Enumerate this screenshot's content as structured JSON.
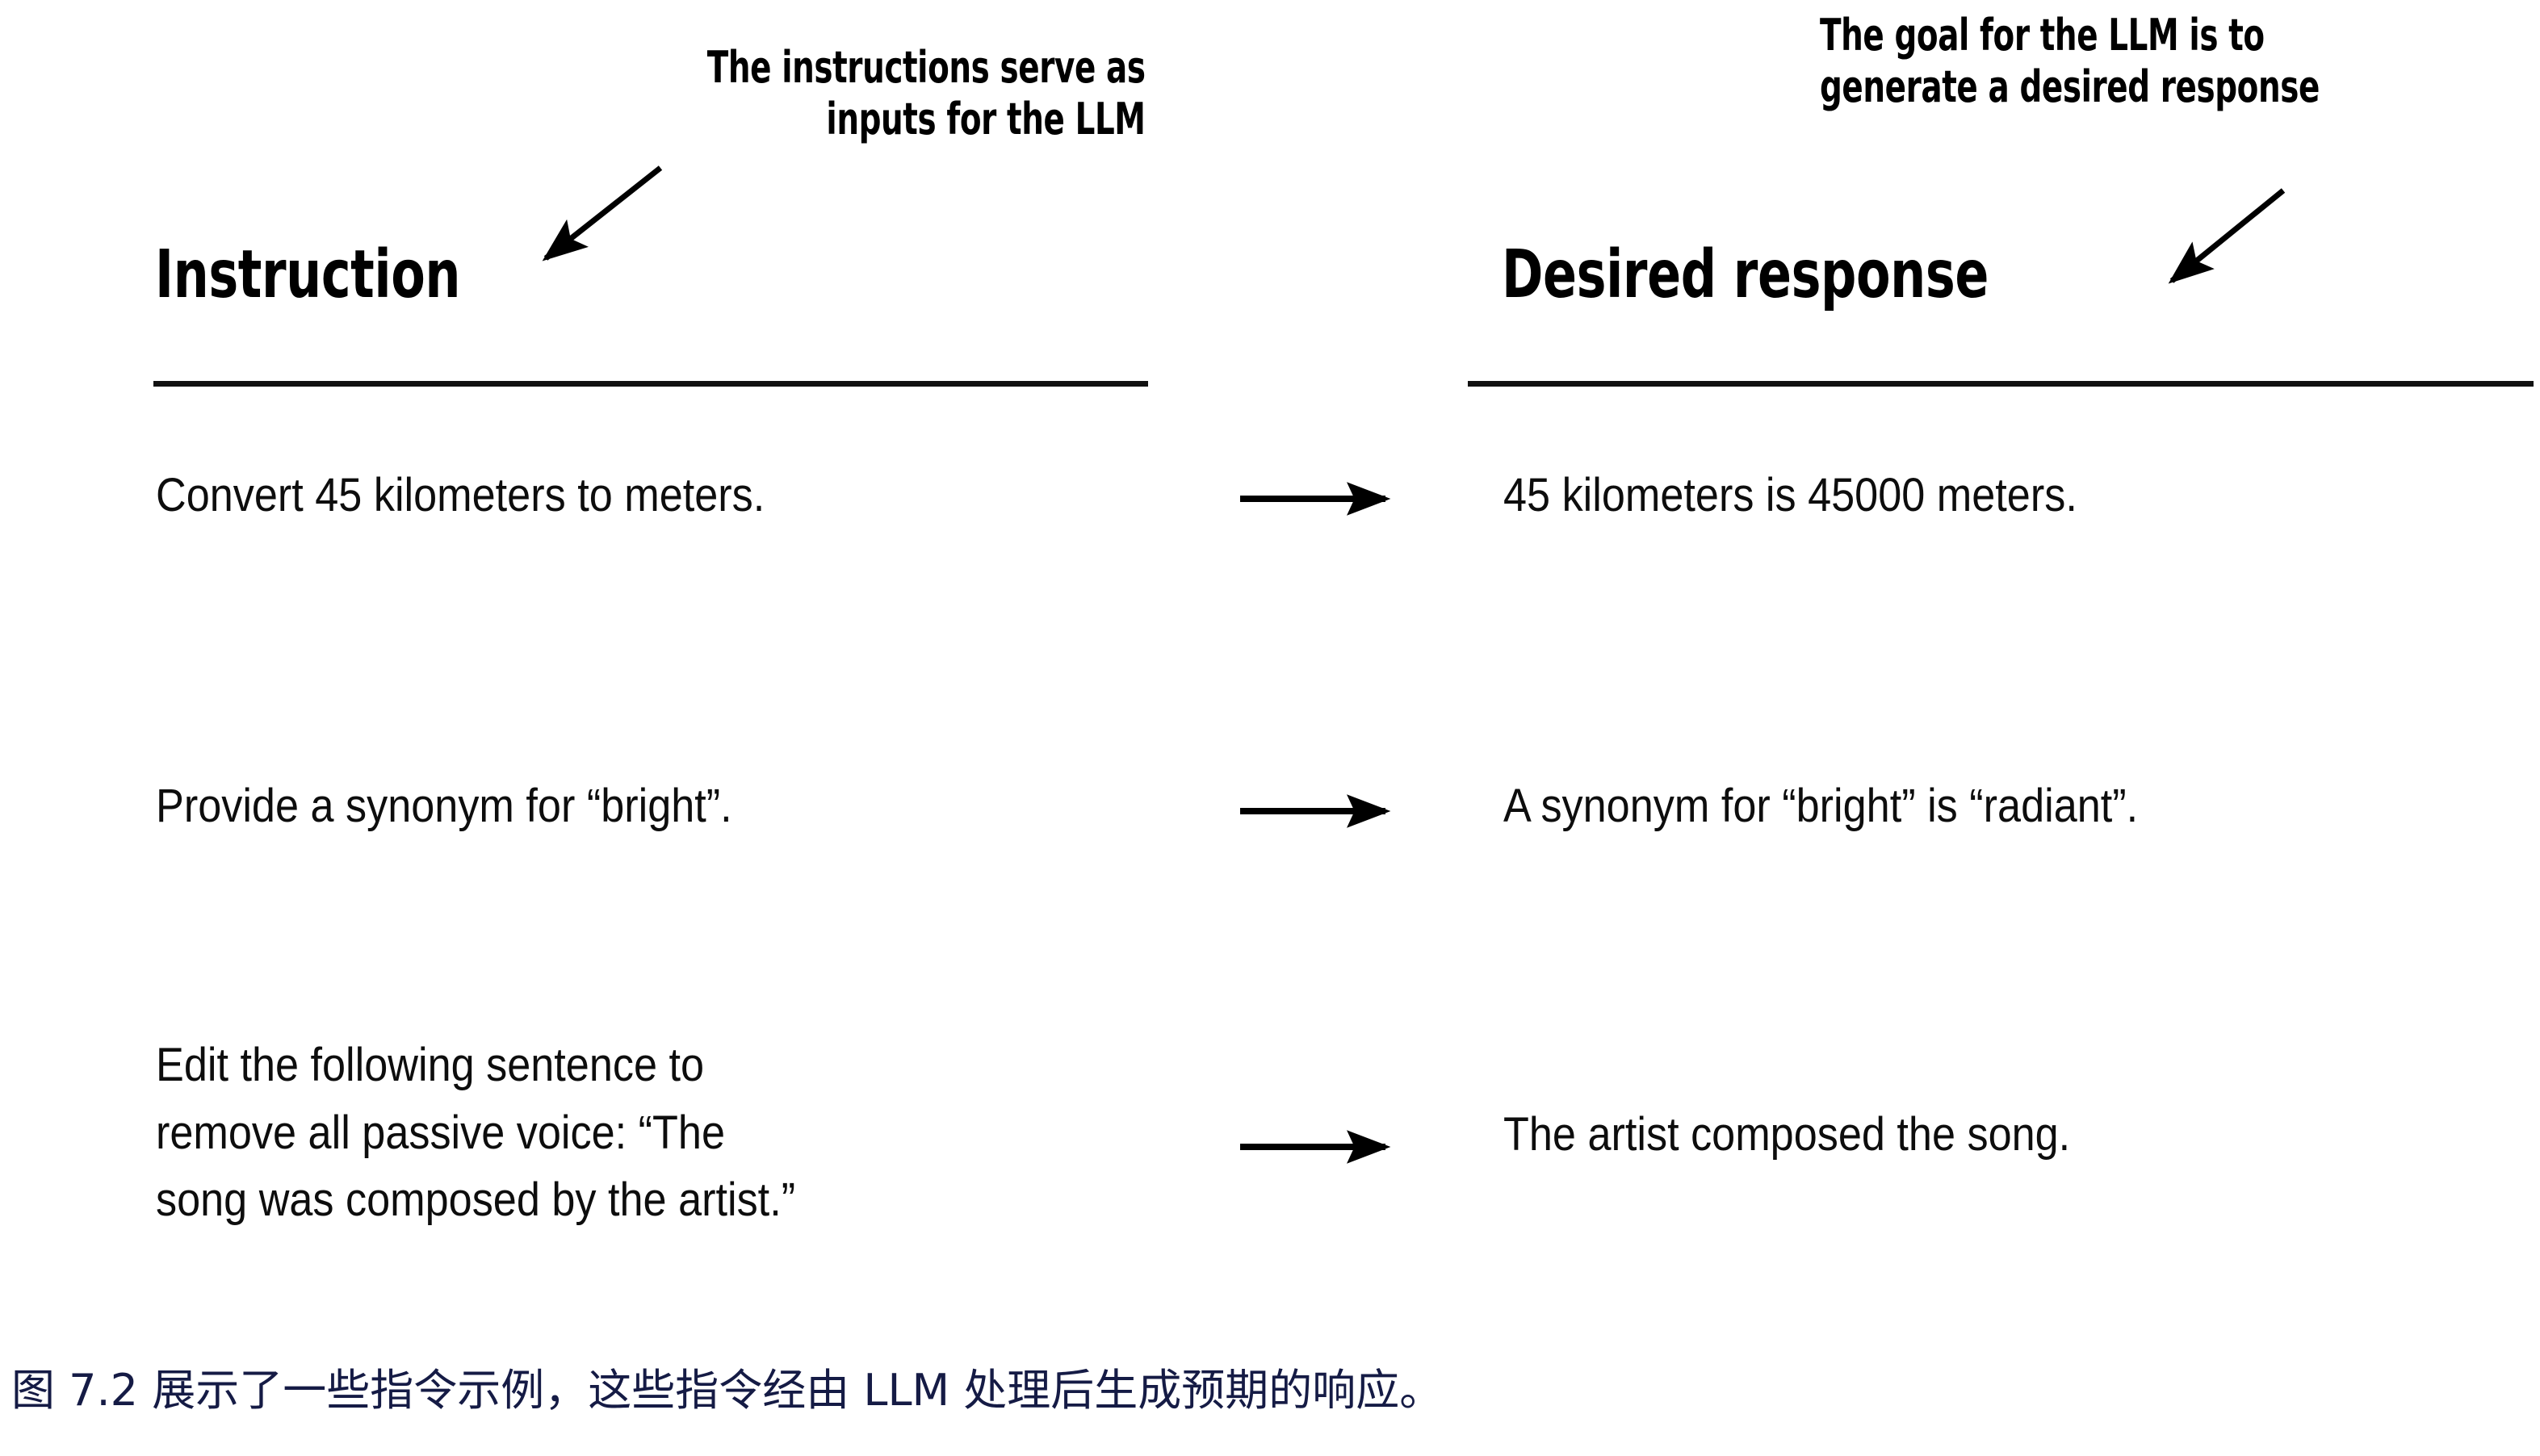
{
  "figure": {
    "background_color": "#ffffff",
    "ink_color": "#000000",
    "caption_color": "#151b45"
  },
  "annotations": {
    "left": {
      "lines": [
        "The instructions serve as",
        "inputs for the LLM"
      ],
      "arrow_target": "Instruction"
    },
    "right": {
      "lines": [
        "The goal for the LLM is to",
        "generate a desired response"
      ],
      "arrow_target": "Desired response"
    }
  },
  "table": {
    "headers": {
      "instruction": "Instruction",
      "response": "Desired response"
    },
    "rows": [
      {
        "instruction": "Convert 45 kilometers to meters.",
        "response": "45 kilometers is 45000 meters.",
        "connector": "right-arrow"
      },
      {
        "instruction": "Provide a synonym for “bright”.",
        "response": "A synonym for “bright” is “radiant”.",
        "connector": "right-arrow"
      },
      {
        "instruction": "Edit the following sentence to\nremove all passive voice: “The\nsong was composed by the artist.”",
        "response": "The artist composed the song.",
        "connector": "right-arrow"
      }
    ]
  },
  "caption": {
    "text": "图 7.2 展示了一些指令示例，这些指令经由 LLM 处理后生成预期的响应。",
    "figure_number": "7.2"
  }
}
